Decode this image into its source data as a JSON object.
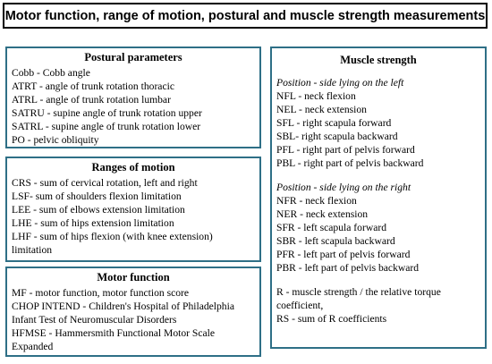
{
  "title": "Motor function, range of motion, postural and muscle strength measurements",
  "postural": {
    "heading": "Postural parameters",
    "items": [
      "Cobb - Cobb angle",
      "ATRT - angle of trunk rotation thoracic",
      "ATRL - angle of trunk rotation lumbar",
      "SATRU - supine angle of trunk rotation upper",
      "SATRL - supine angle of trunk rotation lower",
      "PO - pelvic obliquity"
    ]
  },
  "ranges": {
    "heading": "Ranges of motion",
    "items": [
      "CRS - sum of cervical rotation, left and right",
      "LSF- sum of shoulders flexion limitation",
      "LEE - sum of elbows extension limitation",
      "LHE - sum of hips extension limitation",
      "LHF - sum of hips flexion (with knee extension) limitation"
    ]
  },
  "motor": {
    "heading": "Motor function",
    "items": [
      "MF - motor function, motor function score",
      "CHOP INTEND - Children's Hospital of Philadelphia Infant Test of Neuromuscular Disorders",
      "HFMSE - Hammersmith Functional Motor Scale Expanded"
    ]
  },
  "muscle": {
    "heading": "Muscle strength",
    "left_title": "Position - side lying on the left",
    "left_items": [
      "NFL - neck flexion",
      "NEL - neck extension",
      "SFL - right scapula forward",
      "SBL- right scapula backward",
      "PFL - right part of pelvis forward",
      "PBL - right part of pelvis backward"
    ],
    "right_title": "Position - side lying on the right",
    "right_items": [
      "NFR - neck flexion",
      "NER - neck extension",
      "SFR - left scapula forward",
      "SBR - left scapula backward",
      "PFR - left part of pelvis forward",
      "PBR - left part of pelvis backward"
    ],
    "notes": [
      "R - muscle strength / the relative torque coefficient,",
      "RS - sum of R coefficients"
    ]
  }
}
